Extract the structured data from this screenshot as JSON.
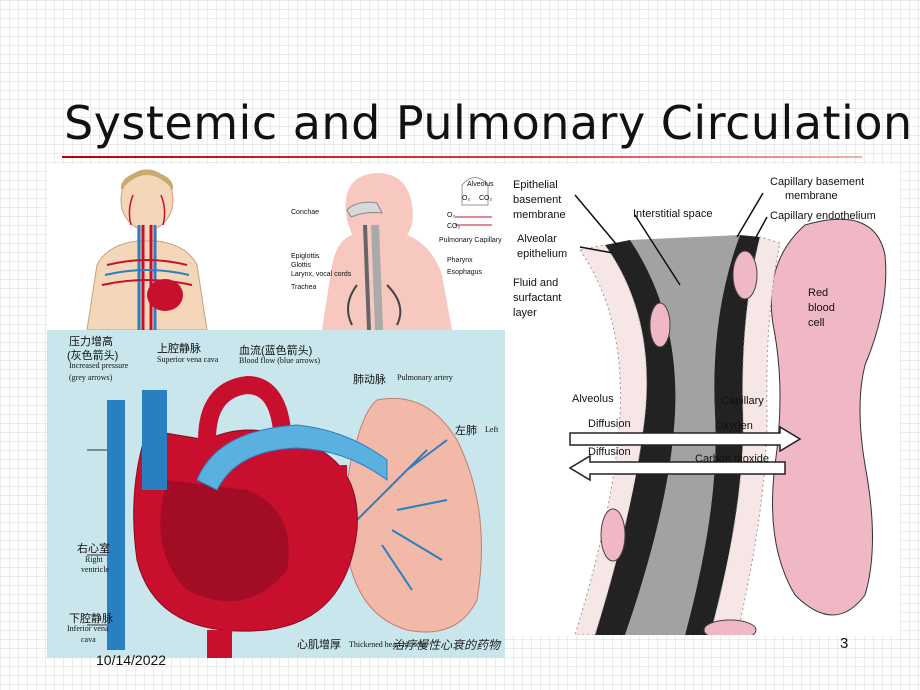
{
  "slide": {
    "title": "Systemic and Pulmonary Circulation",
    "date": "10/14/2022",
    "footer_note": "治疗慢性心衰的药物",
    "page_number": "3"
  },
  "respiratory_panel": {
    "alveolus": "Alveolus",
    "o2_top": "O₂",
    "co2_top": "CO₂",
    "o2_left": "O₂",
    "co2_left": "CO₂",
    "conchae": "Conchae",
    "pulmonary_capillary": "Pulmonary Capillary",
    "epiglottis": "Epiglottis",
    "glottis": "Glottis",
    "larynx": "Larynx, vocal cords",
    "trachea": "Trachea",
    "pharynx": "Pharynx",
    "esophagus": "Esophagus"
  },
  "heart_panel": {
    "pressure_cn": "压力增高",
    "pressure_cn2": "(灰色箭头)",
    "pressure_en": "Increased pressure",
    "pressure_en2": "(grey arrows)",
    "svc_cn": "上腔静脉",
    "svc_en": "Superior vena cava",
    "flow_cn": "血流(蓝色箭头)",
    "flow_en": "Blood flow (blue arrows)",
    "pa_cn": "肺动脉",
    "pa_en": "Pulmonary artery",
    "lung_cn": "左肺",
    "lung_en": "Left",
    "rv_cn": "右心室",
    "rv_en": "Right",
    "rv_en2": "ventricle",
    "ivc_cn": "下腔静脉",
    "ivc_en": "Inferior vena",
    "ivc_en2": "cava",
    "thick_cn": "心肌增厚",
    "thick_en": "Thickened heart muscle"
  },
  "diffusion_panel": {
    "epithelial": "Epithelial",
    "basement": "basement",
    "membrane": "membrane",
    "interstitial": "Interstitial space",
    "cap_basement": "Capillary basement",
    "cap_membrane": "membrane",
    "cap_endothelium": "Capillary endothelium",
    "alveolar": "Alveolar",
    "epithelium": "epithelium",
    "fluid": "Fluid and",
    "surfactant": "surfactant",
    "layer": "layer",
    "red": "Red",
    "blood": "blood",
    "cell": "cell",
    "alveolus": "Alveolus",
    "capillary": "Capillary",
    "diffusion1": "Diffusion",
    "oxygen": "Oxygen",
    "diffusion2": "Diffusion",
    "co2": "Carbon dioxide"
  },
  "colors": {
    "title_rule": "#c00000",
    "artery_red": "#c8102e",
    "vein_blue": "#2a7fc0",
    "lung_pink": "#f2b8a8",
    "rbc_pink": "#f0b8c4",
    "skin": "#f4d6b8"
  }
}
